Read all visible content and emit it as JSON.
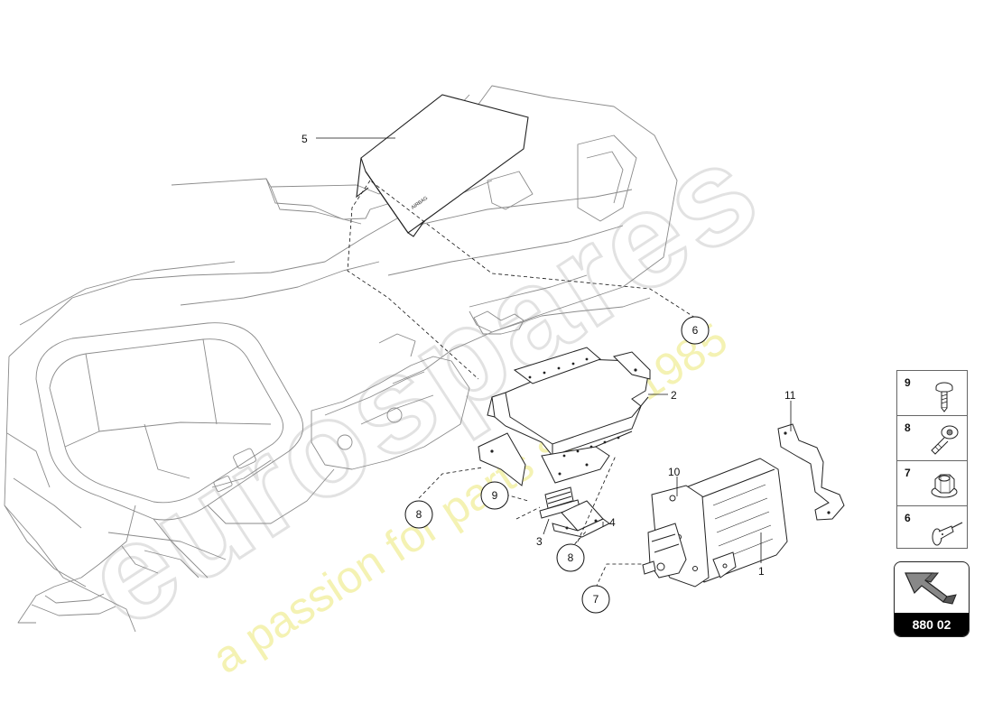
{
  "watermark": {
    "brand": "eurospares",
    "tagline": "a passion for parts since 1985"
  },
  "airbag_label": "AIRBAG",
  "callouts": {
    "c1": "1",
    "c2": "2",
    "c3": "3",
    "c4": "4",
    "c5": "5",
    "c6": "6",
    "c7": "7",
    "c8a": "8",
    "c8b": "8",
    "c9": "9",
    "c10": "10",
    "c11": "11"
  },
  "legend": [
    {
      "number": "9",
      "icon": "flange-screw-icon"
    },
    {
      "number": "8",
      "icon": "expanding-rivet-icon"
    },
    {
      "number": "7",
      "icon": "hex-nut-icon"
    },
    {
      "number": "6",
      "icon": "blind-rivet-icon"
    }
  ],
  "page_badge": {
    "number": "880 02",
    "icon": "direction-arrow-icon"
  }
}
